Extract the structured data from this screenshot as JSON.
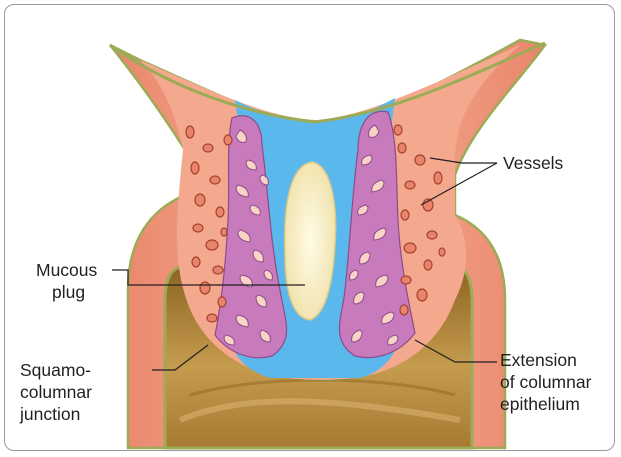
{
  "diagram": {
    "labels": {
      "vessels": "Vessels",
      "mucous_line1": "Mucous",
      "mucous_line2": "plug",
      "squamo_line1": "Squamo-",
      "squamo_line2": "columnar",
      "squamo_line3": "junction",
      "extension_line1": "Extension",
      "extension_line2": "of columnar",
      "extension_line3": "epithelium"
    },
    "colors": {
      "stroma": "#f4a98f",
      "stroma_dark": "#e57a60",
      "columnar_epithelium": "#c77bbd",
      "canal": "#5ab8ec",
      "mucous_plug": "#fbf3cf",
      "squamous_edge": "#9cab55",
      "vagina_cavity": "#b98a3c"
    }
  }
}
